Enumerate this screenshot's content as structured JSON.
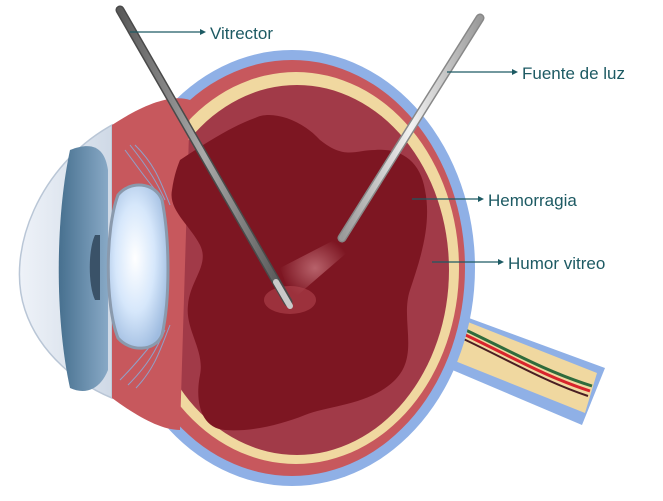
{
  "labels": {
    "vitrector": "Vitrector",
    "light_source": "Fuente de luz",
    "hemorrhage": "Hemorragia",
    "vitreous_humor": "Humor vitreo"
  },
  "colors": {
    "sclera": "#8fb0e6",
    "choroid": "#c7585d",
    "retina": "#f0d8a0",
    "vitreous": "#a13a48",
    "hemorrhage": "#7d1622",
    "lens": "#dcebff",
    "cornea": "#6e93b3",
    "label_text": "#1d5a63"
  },
  "icons": [
    "arrow-right-icon"
  ]
}
